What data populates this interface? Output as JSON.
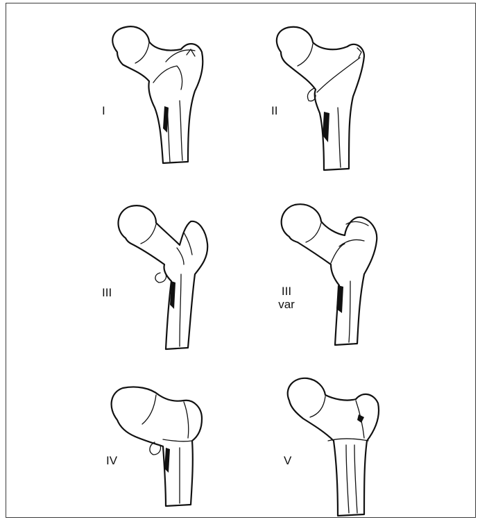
{
  "figure": {
    "panels": [
      {
        "id": "I",
        "label": "I"
      },
      {
        "id": "II",
        "label": "II"
      },
      {
        "id": "III",
        "label": "III"
      },
      {
        "id": "III-var",
        "label": "III",
        "sublabel": "var"
      },
      {
        "id": "IV",
        "label": "IV"
      },
      {
        "id": "V",
        "label": "V"
      }
    ]
  }
}
